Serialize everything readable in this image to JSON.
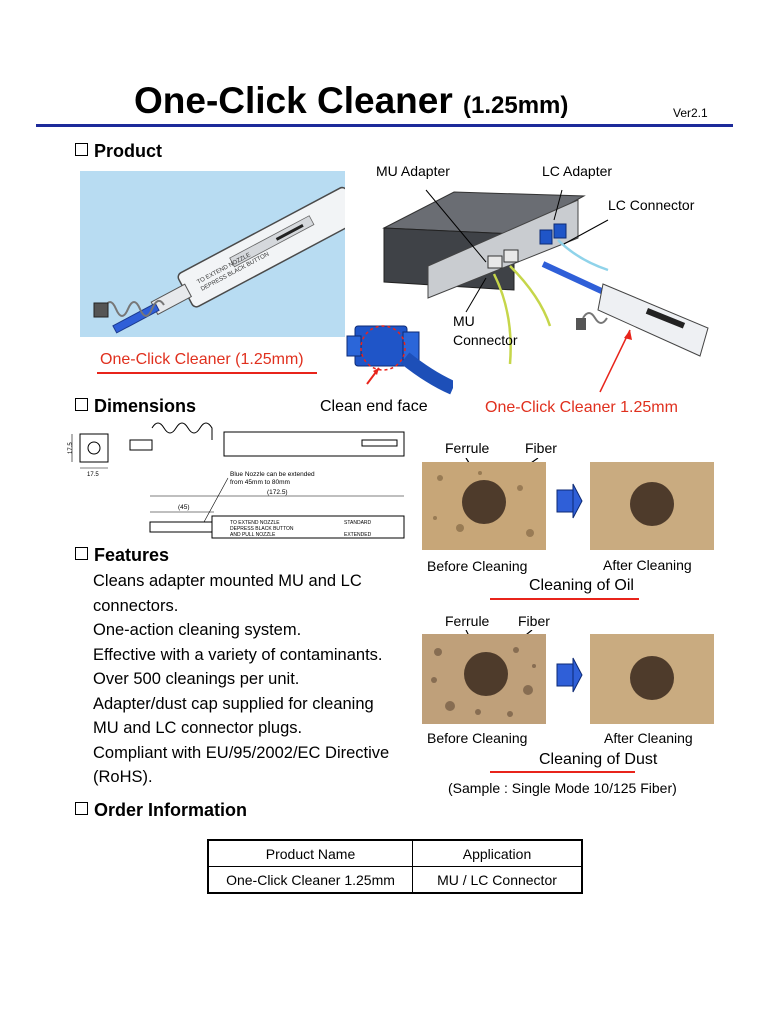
{
  "header": {
    "title": "One-Click Cleaner",
    "title_size": "(1.25mm)",
    "version": "Ver2.1"
  },
  "sections": {
    "product": "Product",
    "dimensions": "Dimensions",
    "features": "Features",
    "order": "Order Information"
  },
  "product": {
    "cleaner_caption": "One-Click Cleaner (1.25mm)",
    "clean_end_face": "Clean end face",
    "mu_adapter": "MU Adapter",
    "lc_adapter": "LC Adapter",
    "lc_connector": "LC Connector",
    "mu_connector_line1": "MU",
    "mu_connector_line2": "Connector",
    "cleaner_label_right": "One-Click Cleaner 1.25mm"
  },
  "dimensions": {
    "dim_17_5_v": "17.5",
    "dim_17_5_h": "17.5",
    "nozzle_note_line1": "Blue Nozzle can be extended",
    "nozzle_note_line2": "from 45mm to 80mm",
    "dim_172_5": "(172.5)",
    "dim_45": "(45)",
    "body_text1": "TO EXTEND NOZZLE",
    "body_text2": "DEPRESS BLACK BUTTON",
    "body_text3": "AND PULL NOZZLE",
    "body_standard": "STANDARD",
    "body_extended": "EXTENDED"
  },
  "cleaning": {
    "ferrule": "Ferrule",
    "fiber": "Fiber",
    "before": "Before Cleaning",
    "after": "After Cleaning",
    "oil_caption": "Cleaning of Oil",
    "dust_caption": "Cleaning of Dust",
    "sample_note": "(Sample : Single Mode 10/125 Fiber)"
  },
  "features": [
    "Cleans adapter mounted MU and LC",
    "connectors.",
    "One-action cleaning system.",
    "Effective with a variety of contaminants.",
    "Over 500 cleanings per unit.",
    "Adapter/dust cap supplied for cleaning",
    "MU and LC connector plugs.",
    "Compliant with EU/95/2002/EC Directive",
    "(RoHS)."
  ],
  "order_table": {
    "headers": [
      "Product Name",
      "Application"
    ],
    "rows": [
      [
        "One-Click Cleaner 1.25mm",
        "MU / LC Connector"
      ]
    ]
  },
  "colors": {
    "title_rule": "#1d2a9a",
    "accent_red": "#e0301e",
    "nozzle_blue": "#2f5fd8",
    "photo_bg": "#b8dcf2"
  }
}
